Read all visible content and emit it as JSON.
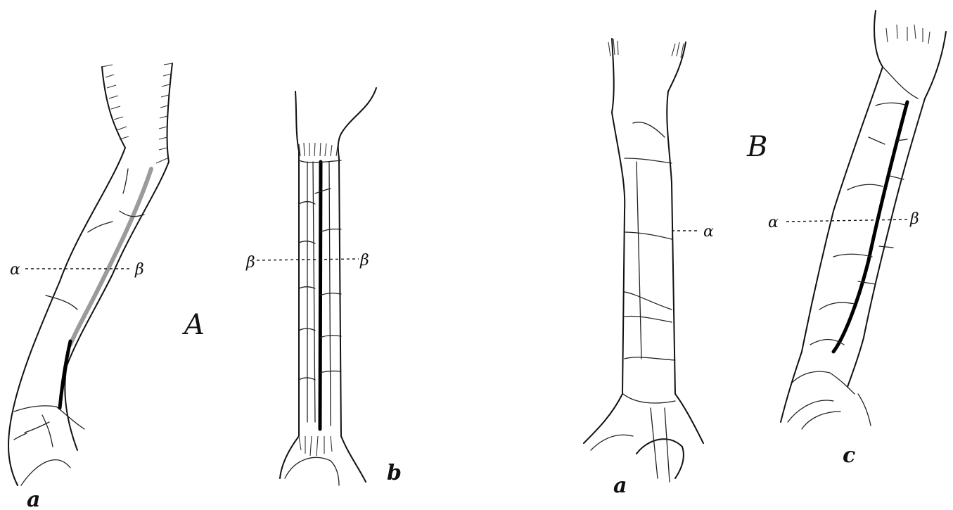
{
  "figure_A": {
    "group_label": "A",
    "panel_a": {
      "label": "a",
      "alpha": "α",
      "beta": "β"
    },
    "panel_b": {
      "label": "b",
      "beta_left": "β",
      "beta_right": "β"
    }
  },
  "figure_B": {
    "group_label": "B",
    "panel_a": {
      "label": "a",
      "alpha": "α"
    },
    "panel_c": {
      "label": "c",
      "alpha": "α",
      "beta": "β"
    }
  }
}
